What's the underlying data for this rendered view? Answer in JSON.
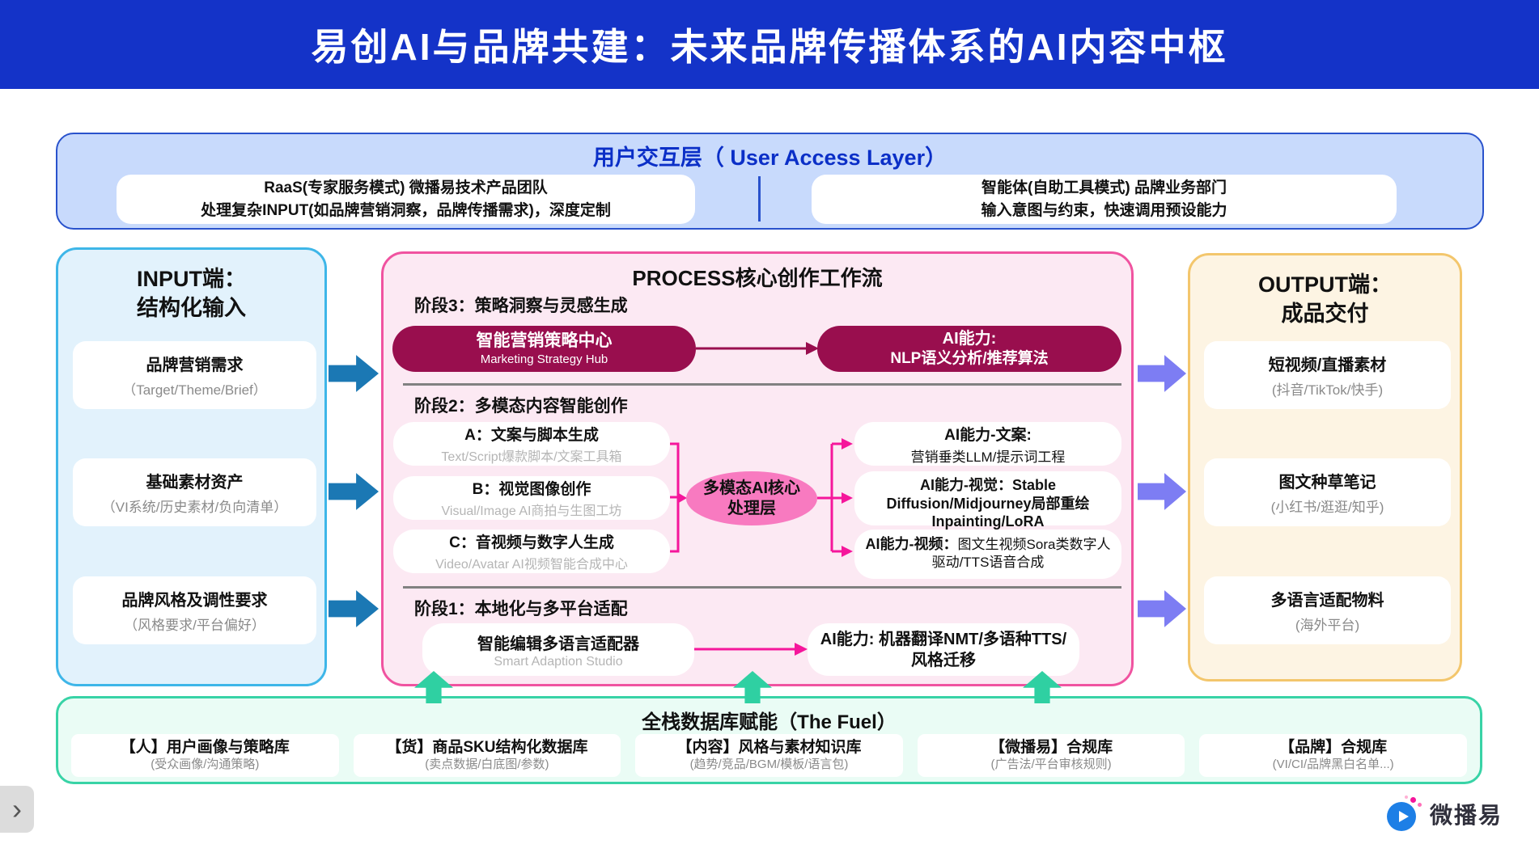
{
  "header": {
    "title": "易创AI与品牌共建：未来品牌传播体系的AI内容中枢"
  },
  "user_access": {
    "title": "用户交互层（ User Access Layer）",
    "raas_box": {
      "line1": "RaaS(专家服务模式) 微播易技术产品团队",
      "line2": "处理复杂INPUT(如品牌营销洞察，品牌传播需求)，深度定制"
    },
    "agent_box": {
      "line1": "智能体(自助工具模式) 品牌业务部门",
      "line2": "输入意图与约束，快速调用预设能力"
    }
  },
  "input_panel": {
    "title_line1": "INPUT端：",
    "title_line2": "结构化输入",
    "items": [
      {
        "title": "品牌营销需求",
        "subtitle": "（Target/Theme/Brief）"
      },
      {
        "title": "基础素材资产",
        "subtitle": "（VI系统/历史素材/负向清单）"
      },
      {
        "title": "品牌风格及调性要求",
        "subtitle": "（风格要求/平台偏好）"
      }
    ]
  },
  "process_panel": {
    "title": "PROCESS核心创作工作流",
    "stage3": {
      "label": "阶段3：策略洞察与灵感生成",
      "hub_title": "智能营销策略中心",
      "hub_subtitle": "Marketing Strategy Hub",
      "ai_title": "AI能力:",
      "ai_subtitle": "NLP语义分析/推荐算法"
    },
    "stage2": {
      "label": "阶段2：多模态内容智能创作",
      "modes": [
        {
          "title": "A：文案与脚本生成",
          "subtitle": "Text/Script爆款脚本/文案工具箱"
        },
        {
          "title": "B：视觉图像创作",
          "subtitle": "Visual/Image AI商拍与生图工坊"
        },
        {
          "title": "C：音视频与数字人生成",
          "subtitle": "Video/Avatar AI视频智能合成中心"
        }
      ],
      "core_line1": "多模态AI核心",
      "core_line2": "处理层",
      "abilities": [
        {
          "title": "AI能力-文案:",
          "subtitle": "营销垂类LLM/提示词工程"
        },
        {
          "title": "AI能力-视觉：Stable Diffusion/Midjourney局部重绘 Inpainting/LoRA",
          "subtitle": ""
        },
        {
          "title": "AI能力-视频：",
          "subtitle": "图文生视频Sora类数字人驱动/TTS语音合成"
        }
      ]
    },
    "stage1": {
      "label": "阶段1：本地化与多平台适配",
      "studio_title": "智能编辑多语言适配器",
      "studio_subtitle": "Smart Adaption Studio",
      "ai_text": "AI能力: 机器翻译NMT/多语种TTS/风格迁移"
    }
  },
  "output_panel": {
    "title_line1": "OUTPUT端：",
    "title_line2": "成品交付",
    "items": [
      {
        "title": "短视频/直播素材",
        "subtitle": "(抖音/TikTok/快手)"
      },
      {
        "title": "图文种草笔记",
        "subtitle": "(小红书/逛逛/知乎)"
      },
      {
        "title": "多语言适配物料",
        "subtitle": "(海外平台)"
      }
    ]
  },
  "fuel_panel": {
    "title": "全栈数据库赋能（The Fuel）",
    "items": [
      {
        "title": "【人】用户画像与策略库",
        "subtitle": "(受众画像/沟通策略)"
      },
      {
        "title": "【货】商品SKU结构化数据库",
        "subtitle": "(卖点数据/白底图/参数)"
      },
      {
        "title": "【内容】风格与素材知识库",
        "subtitle": "(趋势/竞品/BGM/模板/语言包)"
      },
      {
        "title": "【微播易】合规库",
        "subtitle": "(广告法/平台审核规则)"
      },
      {
        "title": "【品牌】合规库",
        "subtitle": "(VI/CI/品牌黑白名单...)"
      }
    ]
  },
  "footer": {
    "nav_chevron": "›",
    "logo_text": "微播易"
  },
  "colors": {
    "header_bg": "#1433c8",
    "user_access_fill": "#c8dafc",
    "user_access_border": "#2952cc",
    "input_border": "#3eb6e8",
    "process_border": "#f053a0",
    "process_accent": "#990e4e",
    "connector_pink": "#f5169b",
    "ellipse_fill": "#f87ac0",
    "output_border": "#f3c66c",
    "fuel_border": "#38d3a6",
    "arrow_blue": "#1b78b4",
    "arrow_purple": "#7d7df3",
    "arrow_green": "#2fd0a2"
  }
}
